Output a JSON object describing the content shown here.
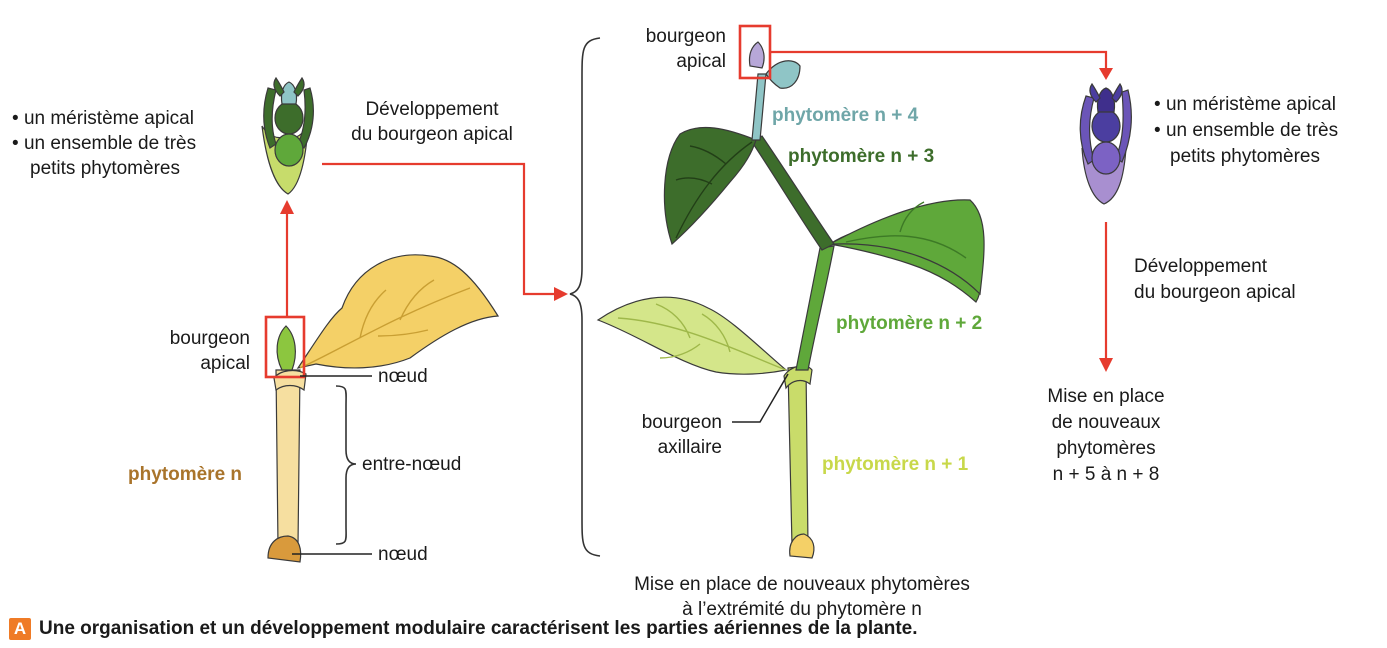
{
  "colors": {
    "arrow": "#e63b2e",
    "phytomere_n": "#a9742b",
    "phytomere_n1": "#c8d84a",
    "phytomere_n2": "#5fa83a",
    "phytomere_n3": "#3d6d2b",
    "phytomere_n4": "#6fa6a8",
    "badge": "#ef7b26"
  },
  "left_bud": {
    "bullets": [
      "un méristème apical",
      "un ensemble de très",
      "petits phytomères"
    ]
  },
  "arrow_label_1": [
    "Développement",
    "du bourgeon apical"
  ],
  "left_plant": {
    "bud_label": [
      "bourgeon",
      "apical"
    ],
    "node_top": "nœud",
    "internode": "entre-nœud",
    "node_bottom": "nœud",
    "phytomere": "phytomère n"
  },
  "center_plant": {
    "bud_label": [
      "bourgeon",
      "apical"
    ],
    "phytomeres": [
      "phytomère n + 4",
      "phytomère n + 3",
      "phytomère n + 2",
      "phytomère n + 1"
    ],
    "axillary_label": [
      "bourgeon",
      "axillaire"
    ],
    "bottom_text": [
      "Mise en place de nouveaux phytomères",
      "à l’extrémité du phytomère n"
    ]
  },
  "right_bud": {
    "bullets": [
      "un méristème apical",
      "un ensemble de très",
      "petits phytomères"
    ],
    "arrow_label": [
      "Développement",
      "du bourgeon apical"
    ],
    "result": [
      "Mise en place",
      "de nouveaux",
      "phytomères",
      "n + 5 à n + 8"
    ]
  },
  "caption": {
    "letter": "A",
    "text": "Une organisation et un développement modulaire caractérisent les parties aériennes de la plante."
  }
}
